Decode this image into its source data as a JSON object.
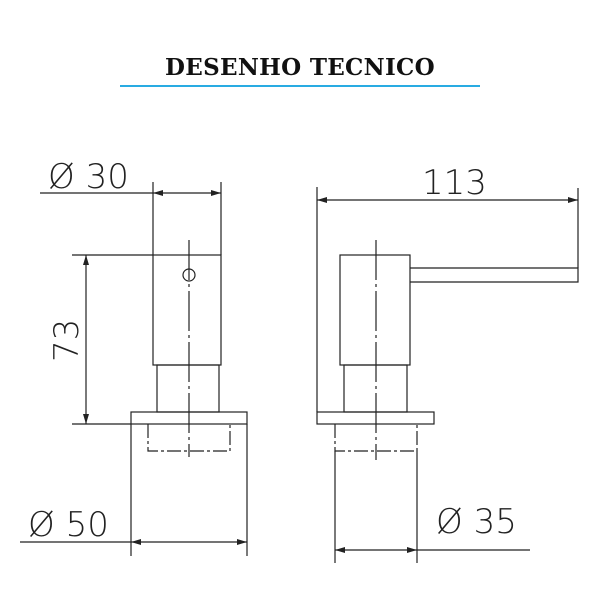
{
  "title": "DESENHO TECNICO",
  "colors": {
    "accent": "#29abe2",
    "line": "#222222"
  },
  "dimensions": {
    "top_diameter": "Ø 30",
    "height": "73",
    "base_diameter": "Ø 50",
    "total_length": "113",
    "mount_diameter": "Ø 35"
  }
}
